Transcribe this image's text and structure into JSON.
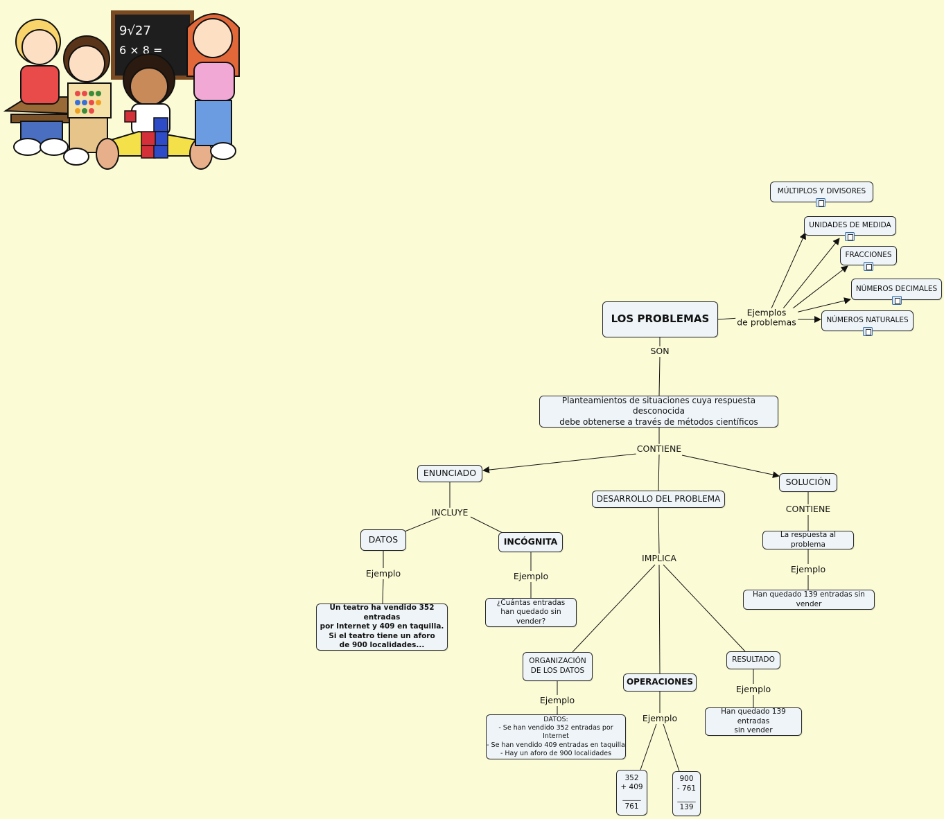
{
  "root": {
    "label": "LOS PROBLEMAS"
  },
  "examples_link": {
    "label": "Ejemplos\nde problemas"
  },
  "examples": [
    {
      "label": "MÚLTIPLOS Y DIVISORES"
    },
    {
      "label": "UNIDADES DE MEDIDA"
    },
    {
      "label": "FRACCIONES"
    },
    {
      "label": "NÚMEROS DECIMALES"
    },
    {
      "label": "NÚMEROS NATURALES"
    }
  ],
  "son": {
    "label": "SON"
  },
  "definition": {
    "label": "Planteamientos de situaciones cuya respuesta desconocida\ndebe obtenerse a través de métodos científicos"
  },
  "contiene": {
    "label": "CONTIENE"
  },
  "enunciado": {
    "label": "ENUNCIADO"
  },
  "desarrollo": {
    "label": "DESARROLLO DEL PROBLEMA"
  },
  "solucion": {
    "label": "SOLUCIÓN"
  },
  "incluye": {
    "label": "INCLUYE"
  },
  "datos": {
    "label": "DATOS"
  },
  "incognita": {
    "label": "INCÓGNITA"
  },
  "datos_ejemplo_link": {
    "label": "Ejemplo"
  },
  "incognita_ejemplo_link": {
    "label": "Ejemplo"
  },
  "datos_ejemplo": {
    "label": "Un teatro ha vendido 352 entradas\npor Internet y 409 en taquilla.\nSi el teatro tiene un aforo\nde 900 localidades..."
  },
  "incognita_ejemplo": {
    "label": "¿Cuántas entradas\nhan quedado sin vender?"
  },
  "implica": {
    "label": "IMPLICA"
  },
  "organizacion": {
    "label": "ORGANIZACIÓN\nDE LOS DATOS"
  },
  "operaciones": {
    "label": "OPERACIONES"
  },
  "resultado": {
    "label": "RESULTADO"
  },
  "organizacion_ejemplo_link": {
    "label": "Ejemplo"
  },
  "operaciones_ejemplo_link": {
    "label": "Ejemplo"
  },
  "resultado_ejemplo_link": {
    "label": "Ejemplo"
  },
  "organizacion_ejemplo": {
    "label": "DATOS:\n- Se han vendido 352 entradas por Internet\n- Se han vendido 409 entradas en taquilla\n- Hay un aforo de 900 localidades"
  },
  "operacion_suma": {
    "label": "352\n+ 409\n_____\n761"
  },
  "operacion_resta": {
    "label": "900\n- 761\n_____\n139"
  },
  "resultado_ejemplo": {
    "label": "Han quedado 139 entradas\nsin vender"
  },
  "solucion_contiene": {
    "label": "CONTIENE"
  },
  "solucion_respuesta": {
    "label": "La respuesta al problema"
  },
  "solucion_ejemplo_link": {
    "label": "Ejemplo"
  },
  "solucion_ejemplo": {
    "label": "Han quedado 139 entradas sin vender"
  },
  "colors": {
    "background": "#fbfbd6",
    "node_fill": "#eef4f7",
    "node_border": "#2a2a2a",
    "link": "#111111"
  }
}
